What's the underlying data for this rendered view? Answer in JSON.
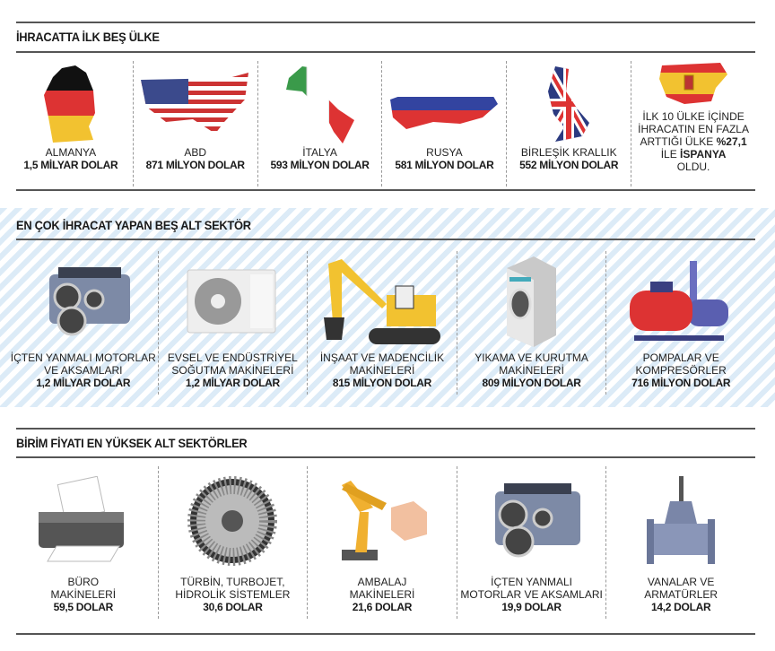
{
  "section1": {
    "title": "İHRACATTA İLK BEŞ ÜLKE",
    "items": [
      {
        "name": "ALMANYA",
        "value": "1,5 MİLYAR DOLAR",
        "icon": "germany-map-icon"
      },
      {
        "name": "ABD",
        "value": "871 MİLYON DOLAR",
        "icon": "usa-map-icon"
      },
      {
        "name": "İTALYA",
        "value": "593 MİLYON DOLAR",
        "icon": "italy-map-icon"
      },
      {
        "name": "RUSYA",
        "value": "581 MİLYON DOLAR",
        "icon": "russia-map-icon"
      },
      {
        "name": "BİRLEŞİK KRALLIK",
        "value": "552 MİLYON DOLAR",
        "icon": "uk-map-icon"
      }
    ],
    "note": {
      "l1": "İLK 10 ÜLKE İÇİNDE",
      "l2": "İHRACATIN EN FAZLA",
      "l3a": "ARTTIĞI ÜLKE ",
      "l3b": "%27,1",
      "l4a": "İLE ",
      "l4b": "İSPANYA",
      "l5": "OLDU."
    }
  },
  "section2": {
    "title": "EN ÇOK İHRACAT YAPAN BEŞ ALT SEKTÖR",
    "items": [
      {
        "l1": "İÇTEN YANMALI MOTORLAR",
        "l2": "VE AKSAMLARI",
        "value": "1,2 MİLYAR DOLAR"
      },
      {
        "l1": "EVSEL VE ENDÜSTRİYEL",
        "l2": "SOĞUTMA MAKİNELERİ",
        "value": "1,2 MİLYAR DOLAR"
      },
      {
        "l1": "İNŞAAT VE MADENCİLİK",
        "l2": "MAKİNELERİ",
        "value": "815 MİLYON DOLAR"
      },
      {
        "l1": "YIKAMA VE KURUTMA",
        "l2": "MAKİNELERİ",
        "value": "809 MİLYON DOLAR"
      },
      {
        "l1": "POMPALAR VE",
        "l2": "KOMPRESÖRLER",
        "value": "716 MİLYON DOLAR"
      }
    ]
  },
  "section3": {
    "title": "BİRİM FİYATI EN YÜKSEK ALT SEKTÖRLER",
    "items": [
      {
        "l1": "BÜRO",
        "l2": "MAKİNELERİ",
        "value": "59,5 DOLAR"
      },
      {
        "l1": "TÜRBİN, TURBOJET,",
        "l2": "HİDROLİK SİSTEMLER",
        "value": "30,6 DOLAR"
      },
      {
        "l1": "AMBALAJ",
        "l2": "MAKİNELERİ",
        "value": "21,6 DOLAR"
      },
      {
        "l1": "İÇTEN YANMALI",
        "l2": "MOTORLAR VE AKSAMLARI",
        "value": "19,9 DOLAR"
      },
      {
        "l1": "VANALAR VE",
        "l2": "ARMATÜRLER",
        "value": "14,2 DOLAR"
      }
    ]
  }
}
